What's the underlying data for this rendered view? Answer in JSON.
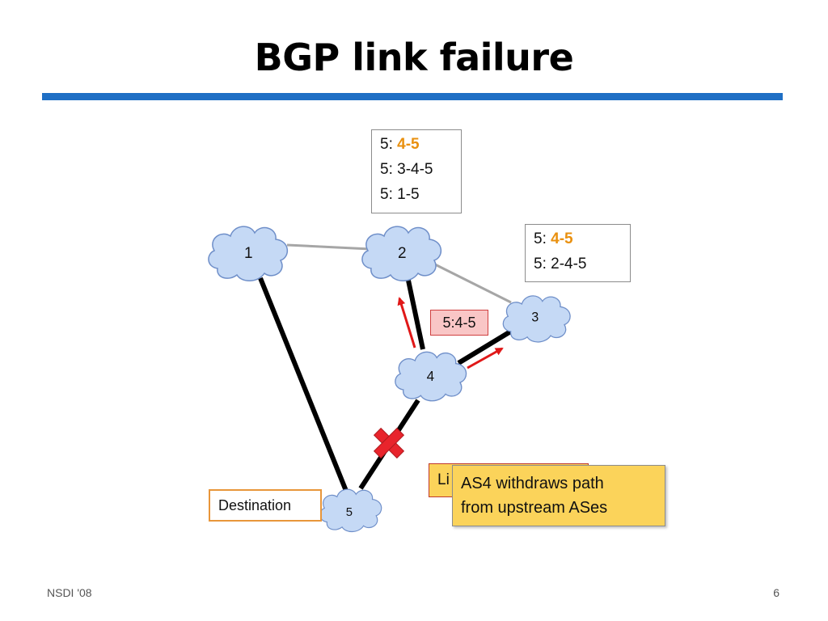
{
  "slide": {
    "title": "BGP link failure",
    "footer_left": "NSDI '08",
    "page_number": "6"
  },
  "nodes": [
    {
      "id": "1",
      "label": "1"
    },
    {
      "id": "2",
      "label": "2"
    },
    {
      "id": "3",
      "label": "3"
    },
    {
      "id": "4",
      "label": "4"
    },
    {
      "id": "5",
      "label": "5"
    }
  ],
  "links": [
    {
      "from": "1",
      "to": "2",
      "style": "thin-gray"
    },
    {
      "from": "2",
      "to": "3",
      "style": "thin-gray"
    },
    {
      "from": "1",
      "to": "5",
      "style": "thick-black"
    },
    {
      "from": "2",
      "to": "4",
      "style": "thick-black"
    },
    {
      "from": "4",
      "to": "3",
      "style": "thick-black"
    },
    {
      "from": "4",
      "to": "5",
      "style": "thick-black",
      "state": "failed"
    }
  ],
  "routing_tables": {
    "node2": {
      "entries": [
        {
          "prefix": "5: ",
          "path": "4-5",
          "highlight": true
        },
        {
          "prefix": "5: ",
          "path": "3-4-5",
          "highlight": false
        },
        {
          "prefix": "5: ",
          "path": "1-5",
          "highlight": false
        }
      ]
    },
    "node3": {
      "entries": [
        {
          "prefix": "5: ",
          "path": "4-5",
          "highlight": true
        },
        {
          "prefix": "5: ",
          "path": "2-4-5",
          "highlight": false
        }
      ]
    }
  },
  "message_box": {
    "text": "5:4-5"
  },
  "destination_label": "Destination",
  "notes": {
    "hidden_prefix": "Li",
    "withdraw_line1": "AS4 withdraws path",
    "withdraw_line2": "from upstream ASes"
  },
  "colors": {
    "accent_rule": "#1f6fc5",
    "highlight": "#e9900f",
    "cloud_fill": "#c5d9f5",
    "cloud_stroke": "#6f8fc9",
    "failure_x": "#e8242c",
    "arrow": "#e01818",
    "note_fill": "#fbd35a",
    "dest_border": "#e8963a"
  },
  "icons": {
    "failure": "red-x-icon",
    "node": "cloud-icon",
    "propagation": "red-arrow-icon"
  }
}
